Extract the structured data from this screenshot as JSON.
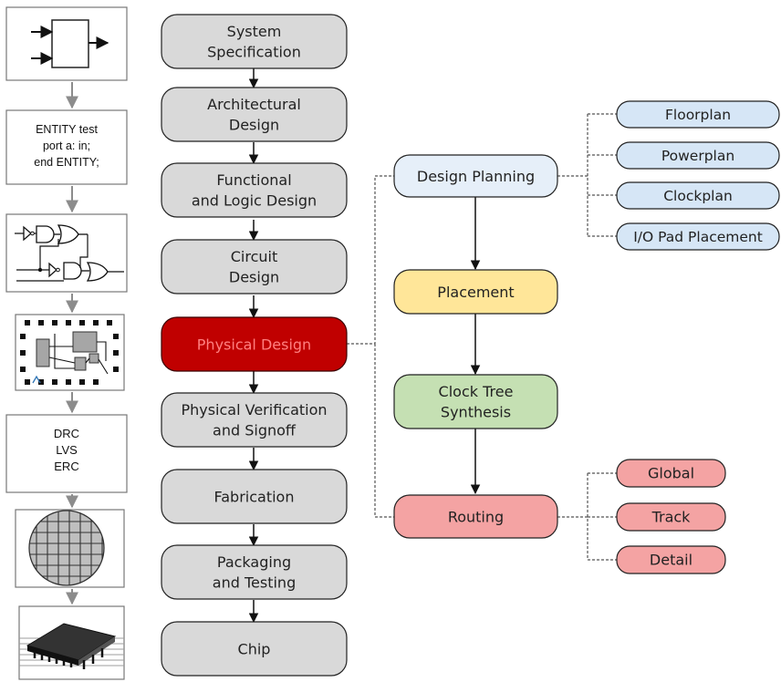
{
  "colors": {
    "gray": "#d9d9d9",
    "physical": "#c00000",
    "physical_text": "#ff8080",
    "blue": "#d6e6f6",
    "blue_light": "#e6eff9",
    "yellow": "#ffe699",
    "green": "#c5e0b3",
    "red": "#f4a3a3"
  },
  "flow_steps": [
    {
      "id": "system-specification",
      "lines": [
        "System",
        "Specification"
      ]
    },
    {
      "id": "architectural-design",
      "lines": [
        "Architectural",
        "Design"
      ]
    },
    {
      "id": "functional-logic-design",
      "lines": [
        "Functional",
        "and Logic Design"
      ]
    },
    {
      "id": "circuit-design",
      "lines": [
        "Circuit",
        "Design"
      ]
    },
    {
      "id": "physical-design",
      "lines": [
        "Physical Design"
      ]
    },
    {
      "id": "physical-verification",
      "lines": [
        "Physical Verification",
        "and Signoff"
      ]
    },
    {
      "id": "fabrication",
      "lines": [
        "Fabrication"
      ]
    },
    {
      "id": "packaging-testing",
      "lines": [
        "Packaging",
        "and Testing"
      ]
    },
    {
      "id": "chip",
      "lines": [
        "Chip"
      ]
    }
  ],
  "pd_steps": [
    {
      "id": "design-planning",
      "lines": [
        "Design Planning"
      ]
    },
    {
      "id": "placement",
      "lines": [
        "Placement"
      ]
    },
    {
      "id": "clock-tree-synthesis",
      "lines": [
        "Clock Tree",
        "Synthesis"
      ]
    },
    {
      "id": "routing",
      "lines": [
        "Routing"
      ]
    }
  ],
  "planning_items": [
    "Floorplan",
    "Powerplan",
    "Clockplan",
    "I/O Pad Placement"
  ],
  "routing_items": [
    "Global",
    "Track",
    "Detail"
  ],
  "thumbnails": {
    "hdl_lines": [
      "ENTITY test",
      "port a: in;",
      "end ENTITY;"
    ],
    "checks_lines": [
      "DRC",
      "LVS",
      "ERC"
    ]
  }
}
